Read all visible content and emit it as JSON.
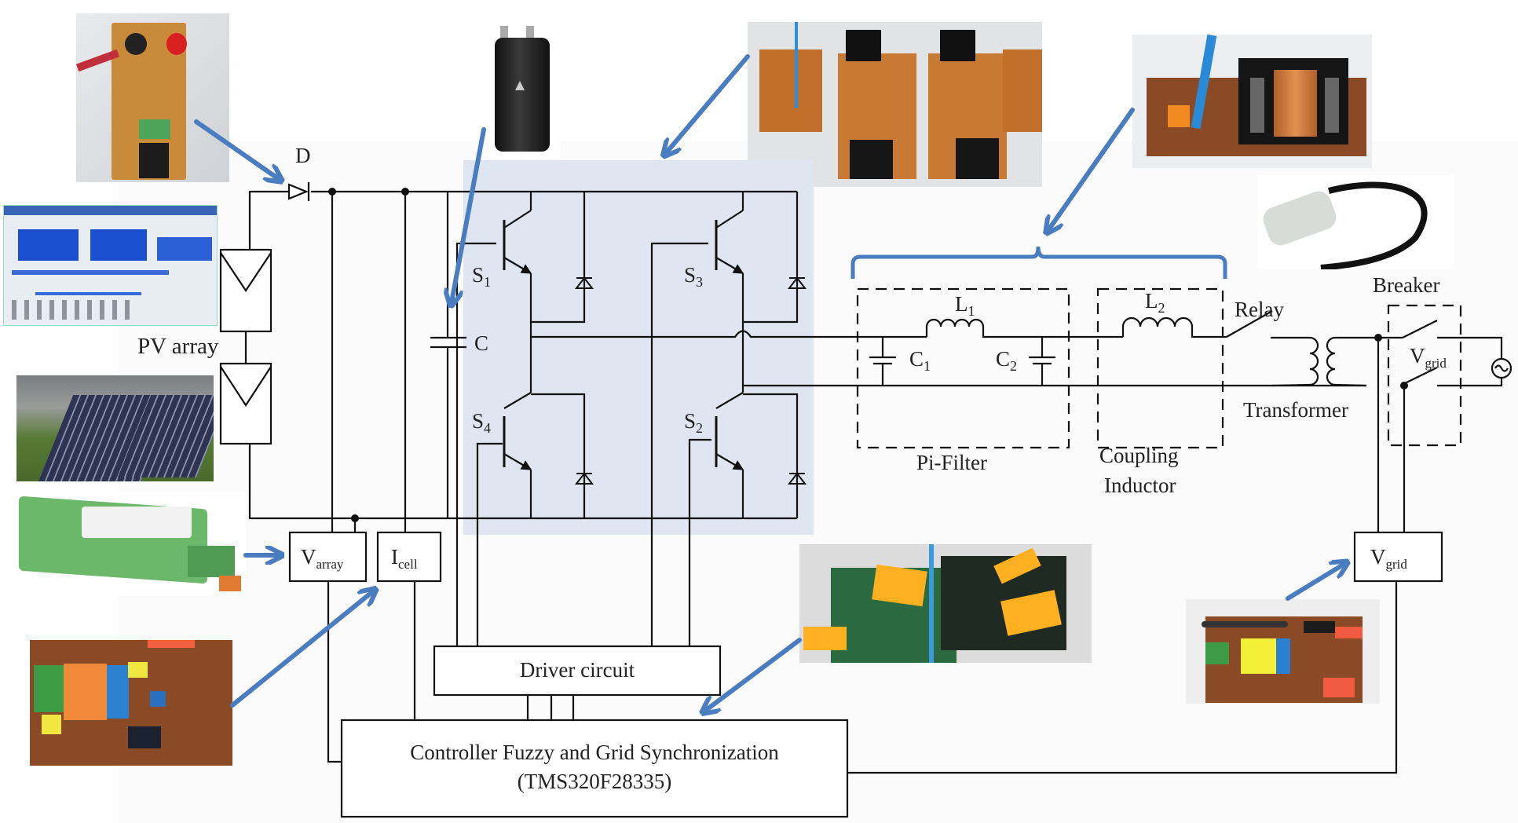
{
  "figure": {
    "title": "Grid-connected PV inverter hardware setup",
    "labels": {
      "diode": "D",
      "pv_array": "PV array",
      "capacitor": "C",
      "s1": "S",
      "s1_sub": "1",
      "s2": "S",
      "s2_sub": "2",
      "s3": "S",
      "s3_sub": "3",
      "s4": "S",
      "s4_sub": "4",
      "c1": "C",
      "c1_sub": "1",
      "c2": "C",
      "c2_sub": "2",
      "l1": "L",
      "l1_sub": "1",
      "l2": "L",
      "l2_sub": "2",
      "pi_filter": "Pi-Filter",
      "coupling_1": "Coupling",
      "coupling_2": "Inductor",
      "relay": "Relay",
      "transformer": "Transformer",
      "breaker": "Breaker",
      "vgrid_source": "V",
      "vgrid_source_sub": "grid",
      "varray": "V",
      "varray_sub": "array",
      "icell": "I",
      "icell_sub": "cell",
      "vgrid_sensor": "V",
      "vgrid_sensor_sub": "grid",
      "driver": "Driver circuit",
      "controller_1": "Controller Fuzzy and Grid Synchronization",
      "controller_2": "(TMS320F28335)"
    },
    "photos": [
      {
        "name": "diode-board-photo",
        "depicts": "Blocking diode perfboard"
      },
      {
        "name": "pv-simulator-screen-photo",
        "depicts": "PV simulator software screen"
      },
      {
        "name": "solar-panel-photo",
        "depicts": "Solar panels"
      },
      {
        "name": "voltage-sensor-module-photo",
        "depicts": "Voltage sensor module"
      },
      {
        "name": "current-sensor-board-photo",
        "depicts": "Current sensor board"
      },
      {
        "name": "dc-capacitor-photo",
        "depicts": "Electrolytic DC-link capacitor"
      },
      {
        "name": "inverter-board-photo",
        "depicts": "Full-bridge inverter boards"
      },
      {
        "name": "inductor-photo",
        "depicts": "Filter inductor"
      },
      {
        "name": "filter-capacitor-photo",
        "depicts": "AC filter capacitor"
      },
      {
        "name": "dsp-board-photo",
        "depicts": "TMS320F28335 DSP board"
      },
      {
        "name": "grid-voltage-sensor-photo",
        "depicts": "AC voltage sensor board"
      }
    ],
    "colors": {
      "wire": "#111111",
      "arrow": "#4a7cc0",
      "bridge_highlight": "#dfe6f1",
      "background": "#fbfbfb"
    }
  }
}
